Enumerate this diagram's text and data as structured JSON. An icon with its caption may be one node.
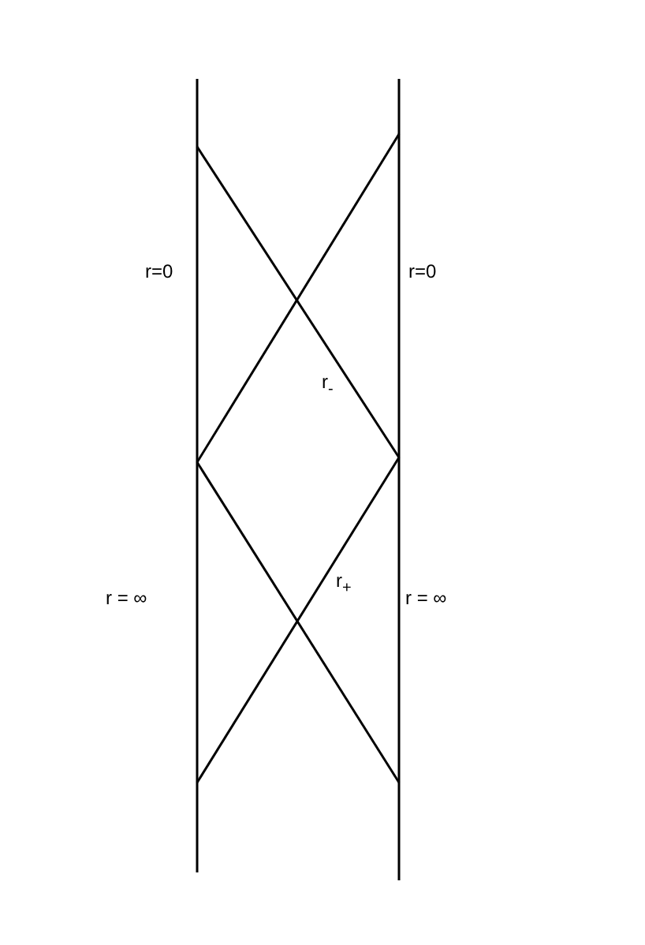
{
  "diagram": {
    "labels": [
      "r=0",
      "r=0",
      "r$_{-}$",
      "r = ∞",
      "r$_{+}$",
      "r = ∞"
    ]
  }
}
